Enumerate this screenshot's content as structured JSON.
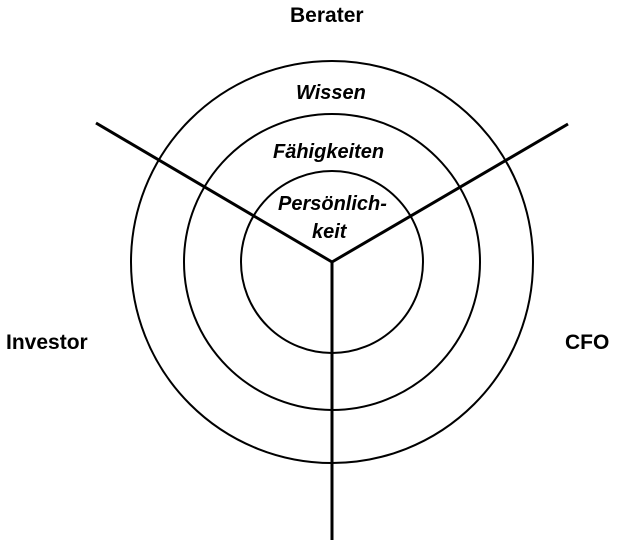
{
  "roles": {
    "top": "Berater",
    "left": "Investor",
    "right": "CFO"
  },
  "rings": {
    "outer": "Wissen",
    "middle": "Fähigkeiten",
    "inner_line1": "Persönlich-",
    "inner_line2": "keit"
  },
  "colors": {
    "stroke": "#000000",
    "background": "#ffffff"
  }
}
